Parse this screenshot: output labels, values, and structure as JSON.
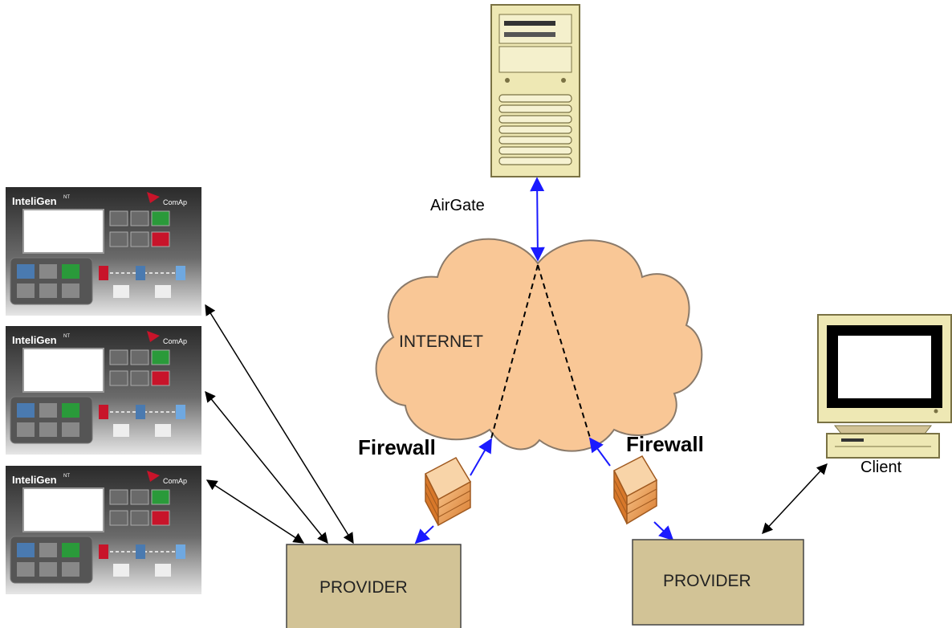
{
  "server": {
    "label": "AirGate"
  },
  "cloud": {
    "label": "INTERNET"
  },
  "firewalls": [
    {
      "label": "Firewall"
    },
    {
      "label": "Firewall"
    }
  ],
  "providers": [
    {
      "label": "PROVIDER"
    },
    {
      "label": "PROVIDER"
    }
  ],
  "client": {
    "label": "Client"
  },
  "controllers": [
    {
      "brand": "InteliGen",
      "sup": "NT",
      "maker": "ComAp"
    },
    {
      "brand": "InteliGen",
      "sup": "NT",
      "maker": "ComAp"
    },
    {
      "brand": "InteliGen",
      "sup": "NT",
      "maker": "ComAp"
    }
  ],
  "colors": {
    "cloud_fill": "#f9c796",
    "provider_fill": "#d2c396",
    "server_fill": "#eee8b4",
    "link_blue": "#1a1aff",
    "link_black": "#000000",
    "firewall": "#f0a050"
  }
}
